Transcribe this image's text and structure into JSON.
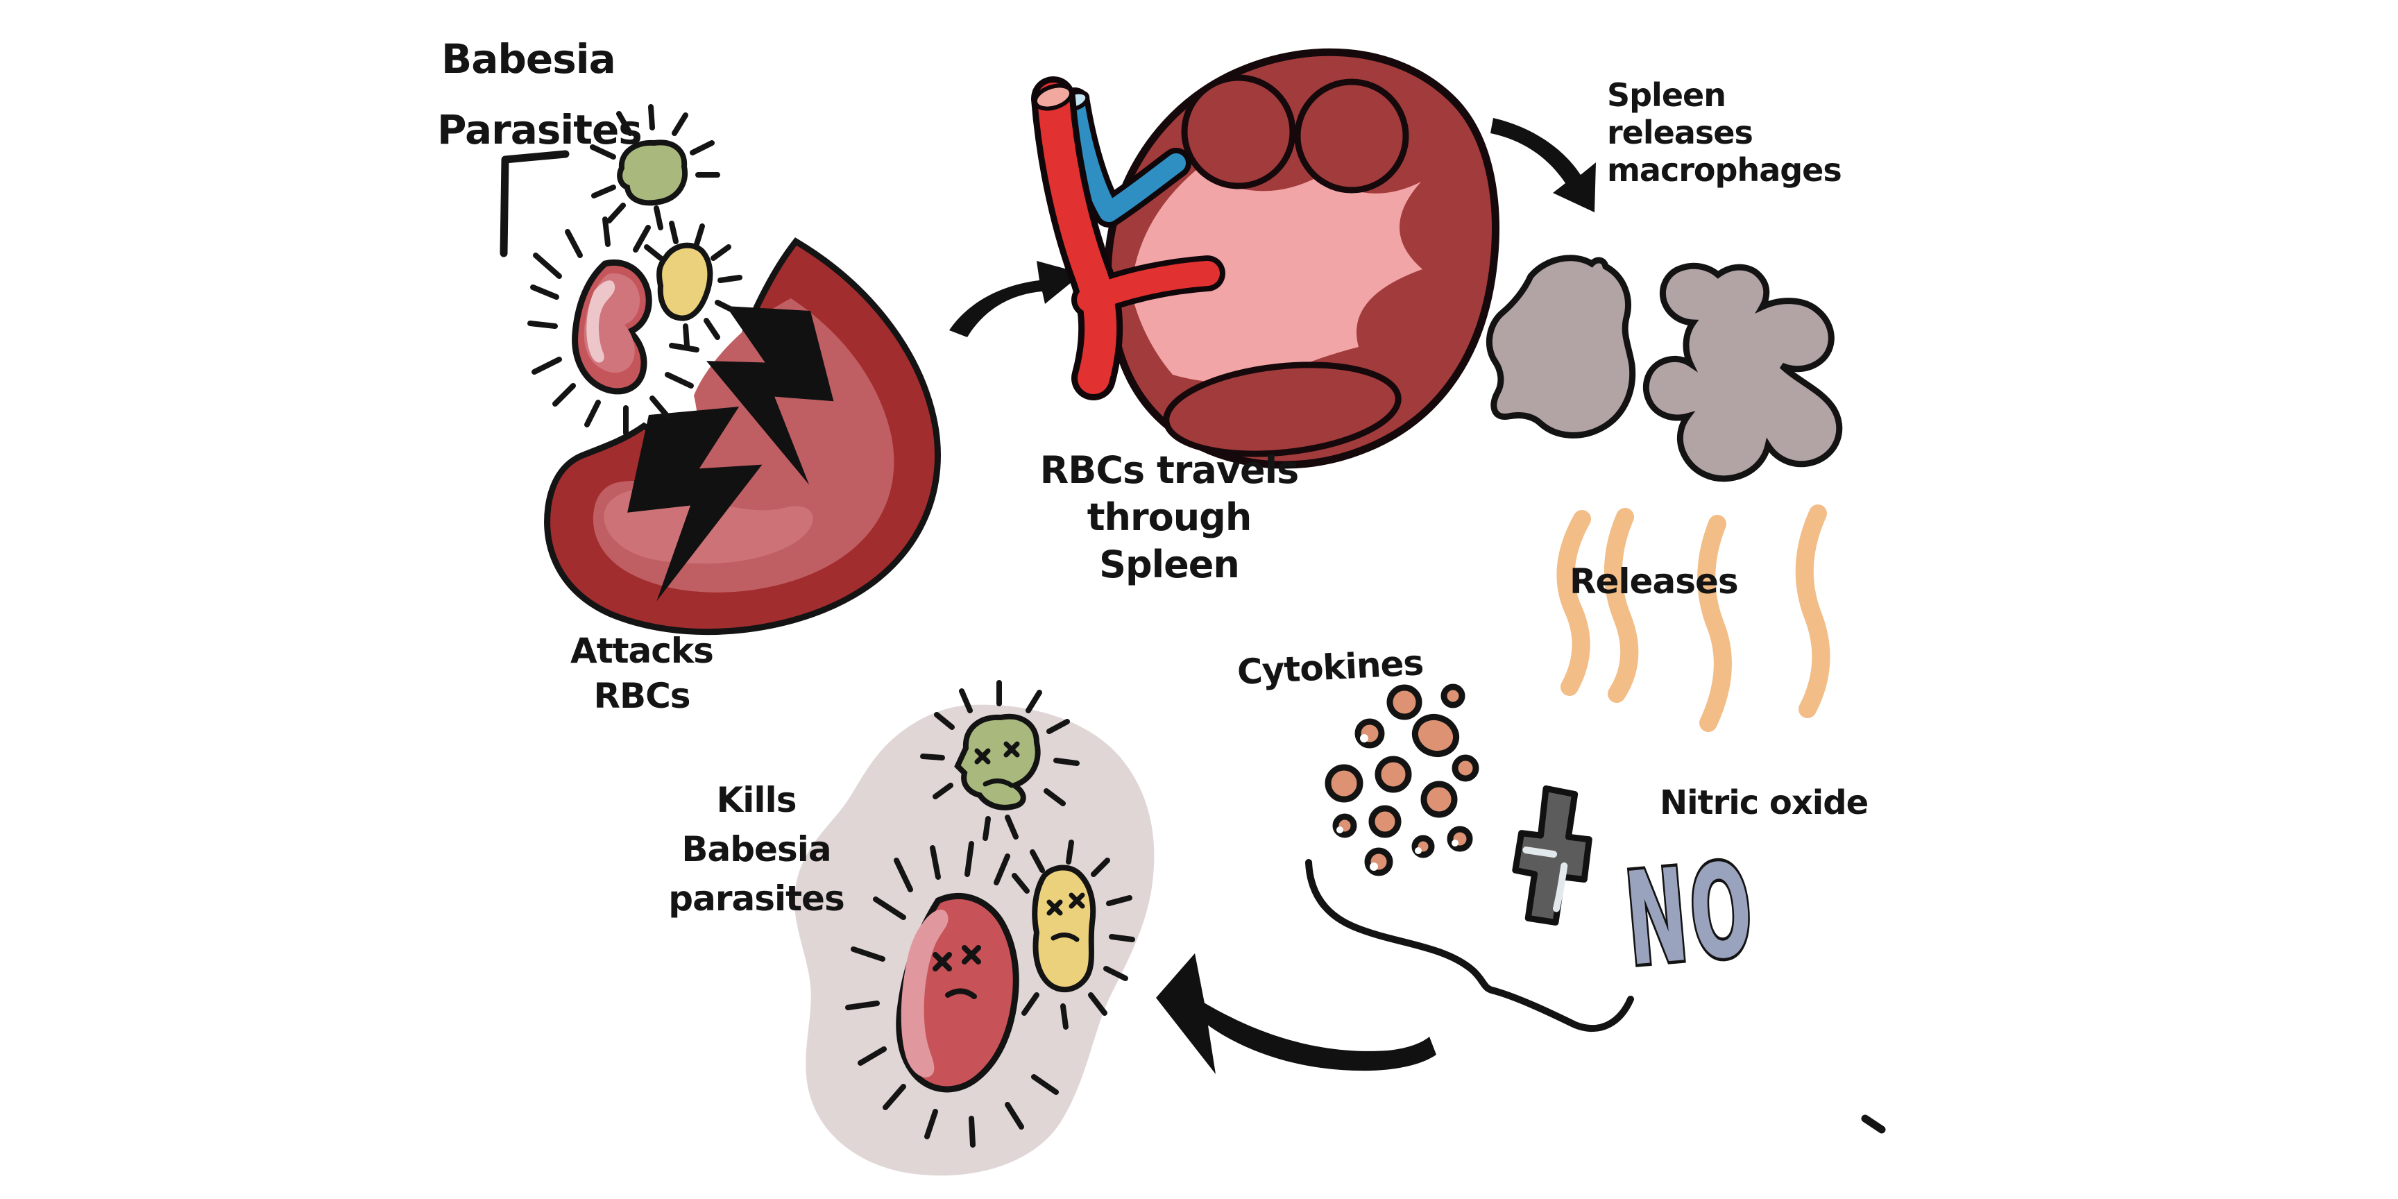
{
  "labels": {
    "babesia": {
      "line1": "Babesia",
      "line2": "Parasites"
    },
    "attacks": "Attacks RBCs",
    "spleen_caption": {
      "line1": "RBCs travels",
      "line2": "through Spleen"
    },
    "macrophages": {
      "line1": "Spleen",
      "line2": "releases",
      "line3": "macrophages"
    },
    "releases": "Releases",
    "cytokines": "Cytokines",
    "nitric_oxide": "Nitric oxide",
    "no_symbol": "NO",
    "kills": {
      "line1": "Kills",
      "line2": "Babesia",
      "line3": "parasites"
    }
  },
  "palette": {
    "ink": "#141414",
    "rbc_dark": "#a22d2f",
    "rbc_mid": "#c05f63",
    "rbc_light": "#cd7378",
    "infected_red": "#c4555b",
    "parasite_green": "#a9b97d",
    "parasite_yellow": "#ecd17c",
    "spleen_body": "#a23b3c",
    "spleen_pulp": "#f2a5a6",
    "artery_red": "#e23131",
    "artery_opening": "#f1a89e",
    "vein_blue": "#2f8fc2",
    "vein_opening": "#c3e4f3",
    "macrophage_gray": "#b2a3a4",
    "cytokine_salmon": "#dc9273",
    "squiggle_orange": "#f2bd86",
    "plus_gray": "#5d5c5c",
    "plus_highlight": "#e2e9ec",
    "no_blue_gray": "#9aa3bd",
    "kill_blob": "#e0d6d5",
    "dead_red": "#c75257",
    "dead_red_gloss": "#e0989e"
  }
}
